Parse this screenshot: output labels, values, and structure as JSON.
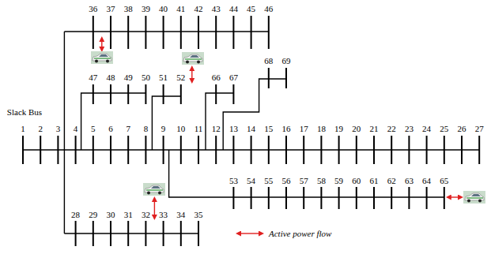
{
  "diagram": {
    "labels": [
      "36",
      "37",
      "38",
      "39",
      "40",
      "41",
      "42",
      "43",
      "44",
      "45",
      "46",
      "68",
      "69",
      "47",
      "48",
      "49",
      "50",
      "51",
      "52",
      "66",
      "67",
      "Slack Bus",
      "1",
      "2",
      "3",
      "4",
      "5",
      "6",
      "7",
      "8",
      "9",
      "10",
      "11",
      "12",
      "13",
      "14",
      "15",
      "16",
      "17",
      "18",
      "19",
      "20",
      "21",
      "22",
      "23",
      "24",
      "25",
      "26",
      "27",
      "53",
      "54",
      "55",
      "56",
      "57",
      "58",
      "59",
      "60",
      "61",
      "62",
      "63",
      "64",
      "65",
      "28",
      "29",
      "30",
      "31",
      "32",
      "33",
      "34",
      "35"
    ],
    "legend": [
      {
        "text": "Active power flow"
      }
    ]
  }
}
